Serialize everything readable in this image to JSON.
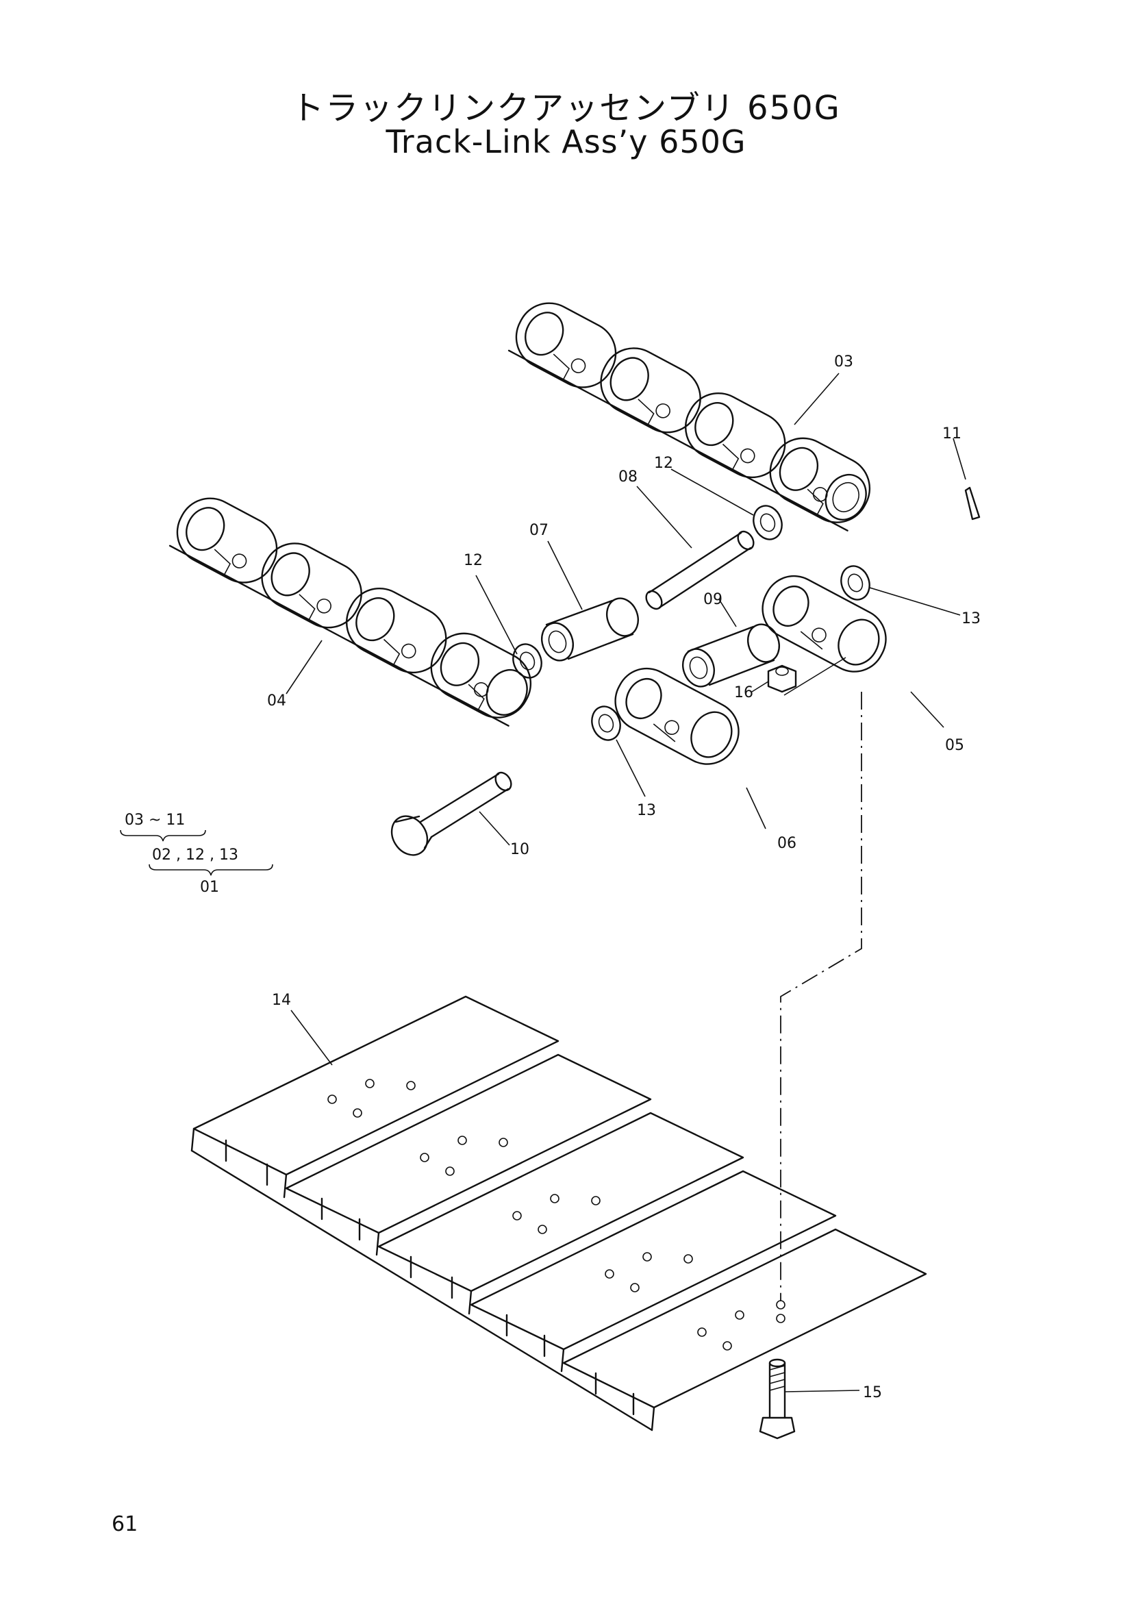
{
  "header": {
    "title_jp": "トラックリンクアッセンブリ 650G",
    "title_en": "Track-Link Ass’y 650G"
  },
  "page_number": "61",
  "callouts": [
    {
      "id": "c03",
      "text": "03"
    },
    {
      "id": "c11",
      "text": "11"
    },
    {
      "id": "c12a",
      "text": "12"
    },
    {
      "id": "c08",
      "text": "08"
    },
    {
      "id": "c07",
      "text": "07"
    },
    {
      "id": "c12b",
      "text": "12"
    },
    {
      "id": "c13a",
      "text": "13"
    },
    {
      "id": "c09",
      "text": "09"
    },
    {
      "id": "c16",
      "text": "16"
    },
    {
      "id": "c04",
      "text": "04"
    },
    {
      "id": "c05",
      "text": "05"
    },
    {
      "id": "c13b",
      "text": "13"
    },
    {
      "id": "c06",
      "text": "06"
    },
    {
      "id": "c10",
      "text": "10"
    },
    {
      "id": "c14",
      "text": "14"
    },
    {
      "id": "c15",
      "text": "15"
    }
  ],
  "assembly_key": {
    "line1": "03 ~ 11",
    "line2": "02 , 12 , 13",
    "line3": "01"
  }
}
